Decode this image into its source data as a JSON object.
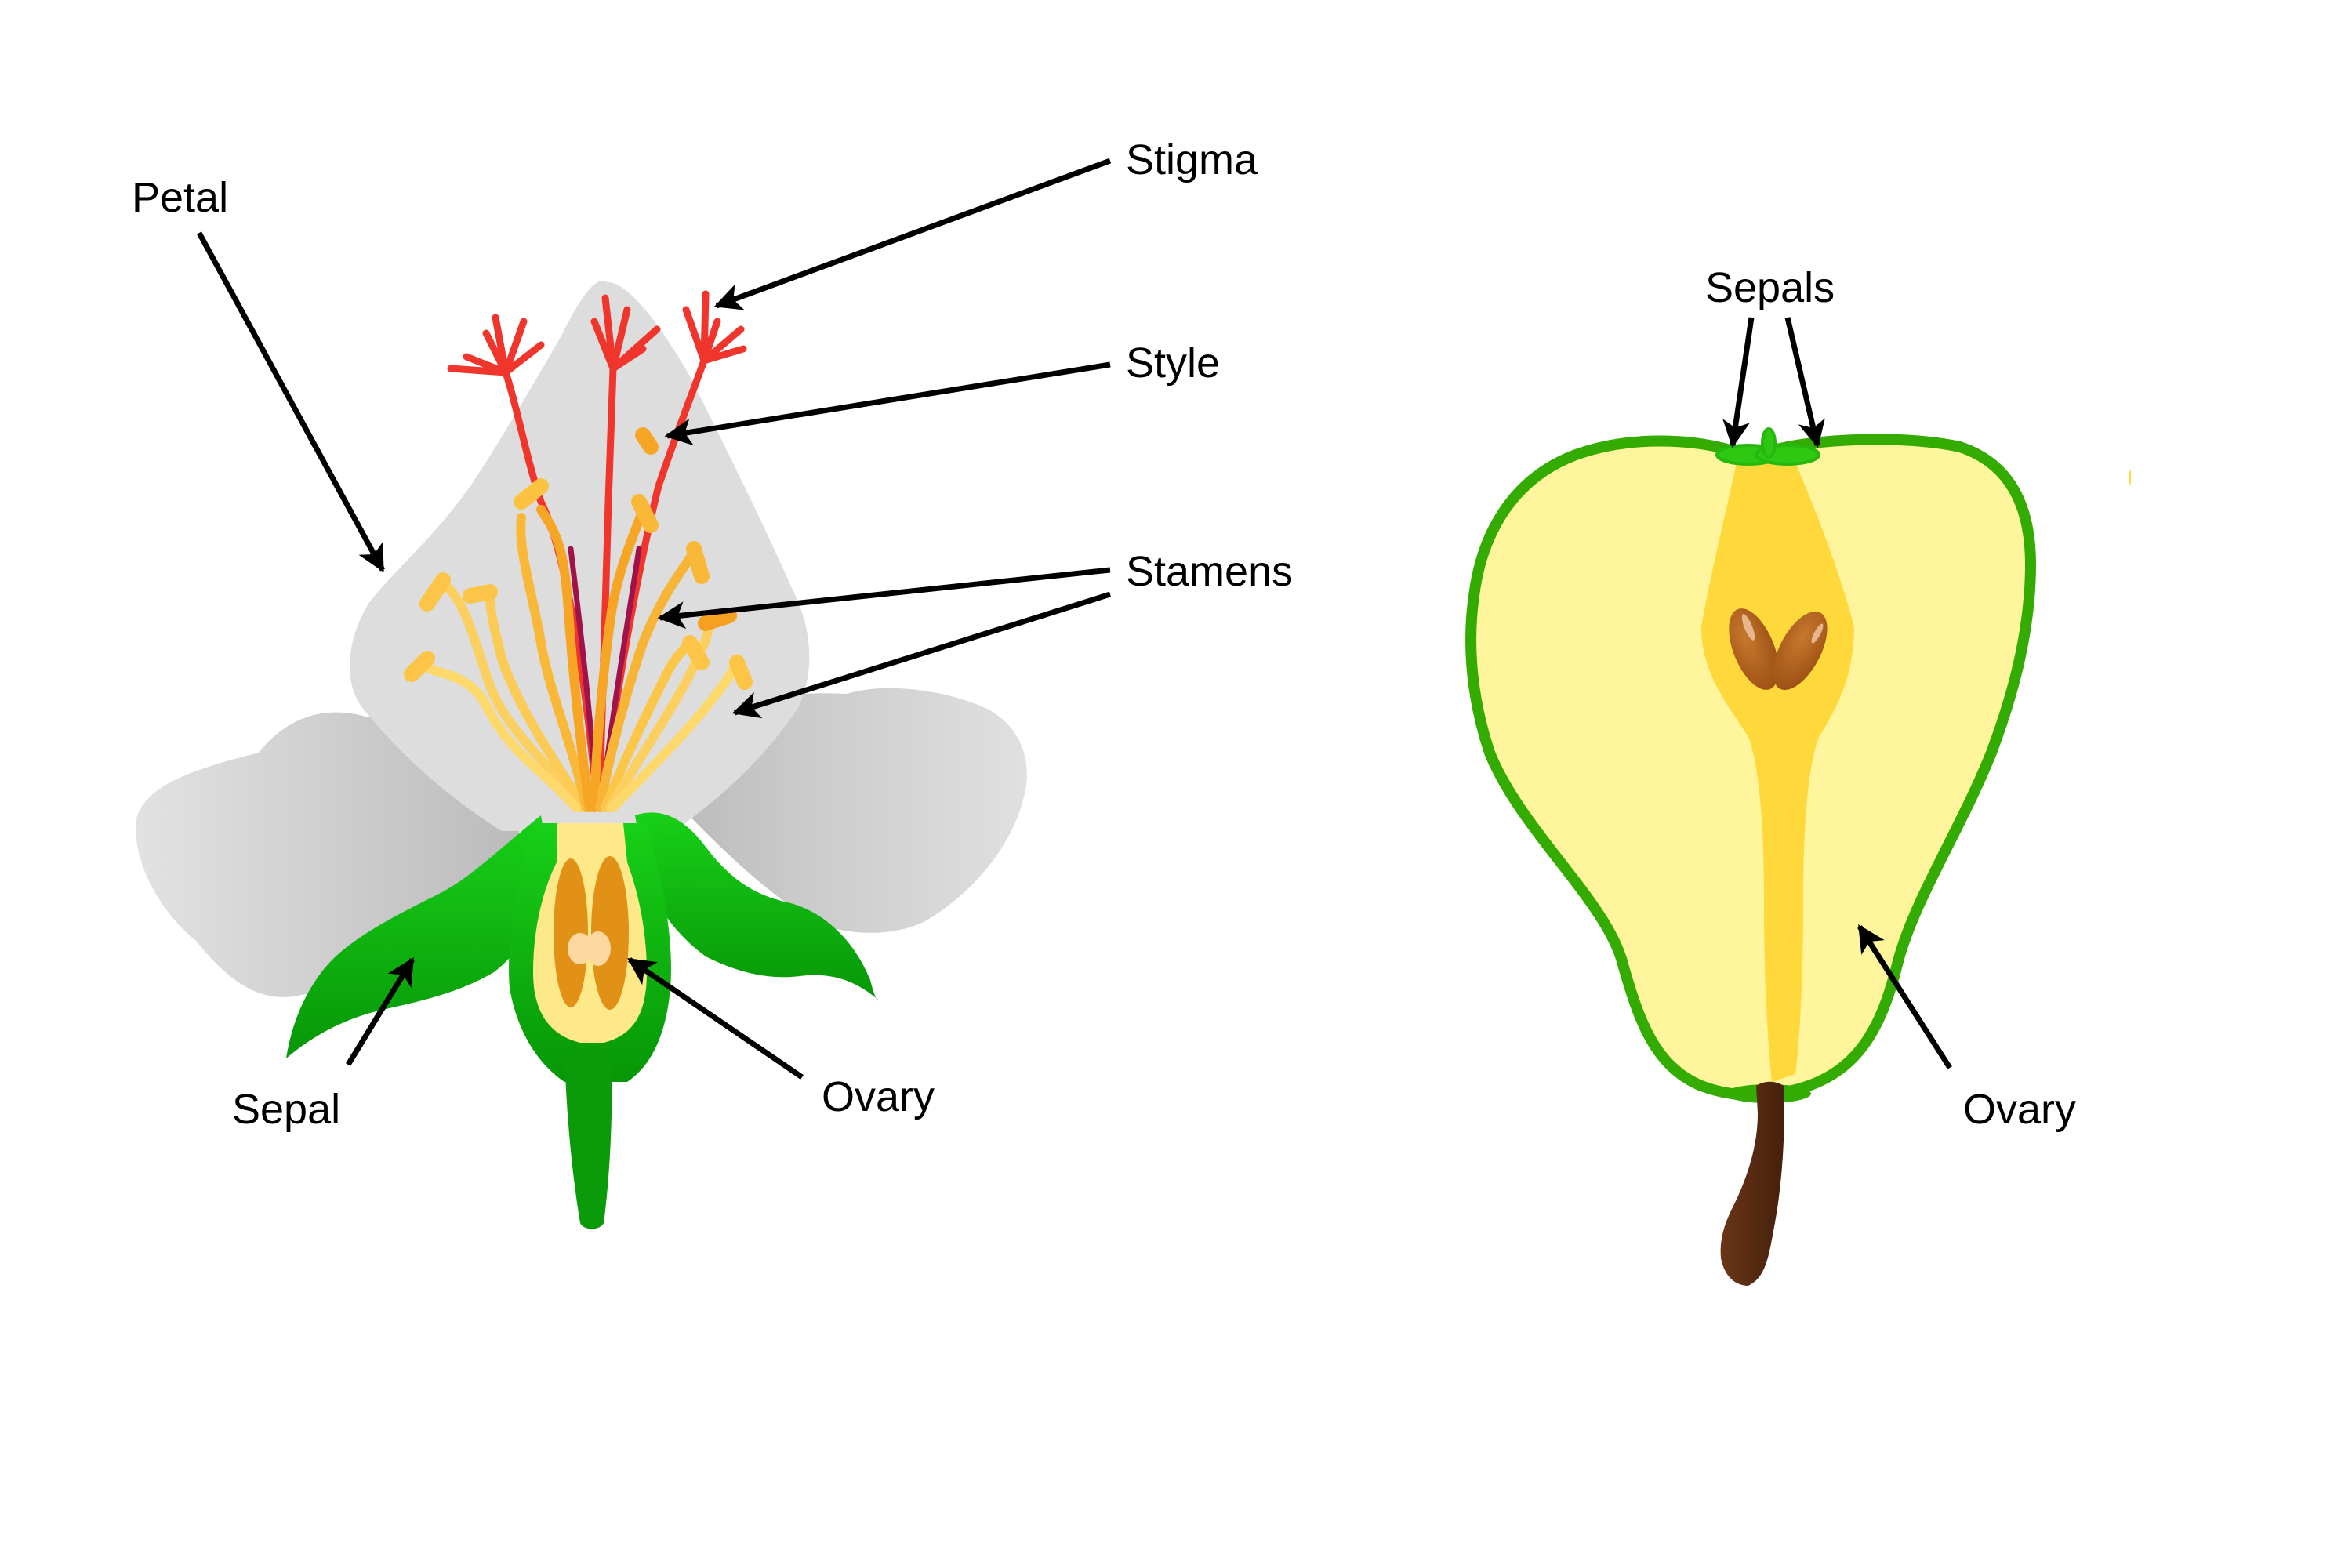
{
  "figure": {
    "title": "Flower structure and pear fruit (ovary) comparison",
    "colors": {
      "background": "#ffffff",
      "petal": "#dcdcdc",
      "petal_shadow": "#bdbdbd",
      "stigma_style": "#f0362c",
      "style_dark": "#a0124a",
      "stamen": "#f8b830",
      "stamen_base": "#fde47a",
      "sepal": "#12c012",
      "sepal_dark": "#0a9a0a",
      "ovary_wall": "#fde98a",
      "ovule": "#de8a0c",
      "ovule_center": "#fcd7a0",
      "pear_skin": "#33ab00",
      "pear_flesh": "#fff59d",
      "pear_core": "#ffd83c",
      "pear_seed": "#b0601c",
      "pear_stem": "#5a2e12",
      "arrow": "#000000"
    }
  },
  "flower": {
    "labels": {
      "petal": "Petal",
      "stigma": "Stigma",
      "style": "Style",
      "stamens": "Stamens",
      "sepal": "Sepal",
      "ovary": "Ovary"
    }
  },
  "pear": {
    "labels": {
      "sepals": "Sepals",
      "ovary": "Ovary"
    }
  }
}
